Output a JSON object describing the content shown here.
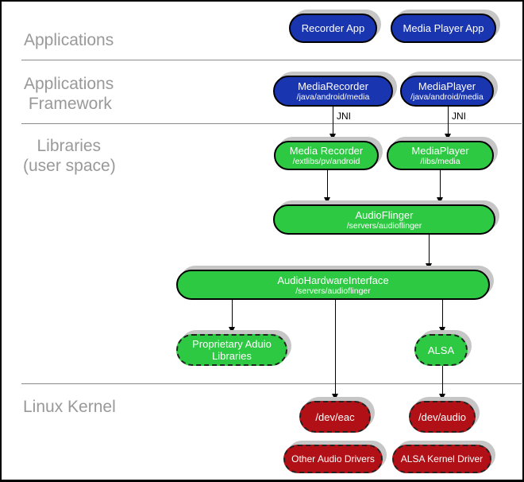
{
  "layers": {
    "applications": {
      "label": "Applications"
    },
    "framework": {
      "label_line1": "Applications",
      "label_line2": " Framework"
    },
    "libraries": {
      "label_line1": "   Libraries",
      "label_line2": "(user space)"
    },
    "kernel": {
      "label": "Linux Kernel"
    }
  },
  "annotations": {
    "jni_left": "JNI",
    "jni_right": "JNI"
  },
  "nodes": {
    "recorder_app": {
      "title": "Recorder App"
    },
    "media_player_app": {
      "title": "Media Player App"
    },
    "media_recorder_fw": {
      "title": "MediaRecorder",
      "subtitle": "/java/android/media"
    },
    "media_player_fw": {
      "title": "MediaPlayer",
      "subtitle": "/java/android/media"
    },
    "media_recorder_lib": {
      "title": "Media Recorder",
      "subtitle": "/extlibs/pv/android"
    },
    "media_player_lib": {
      "title": "MediaPlayer",
      "subtitle": "/libs/media"
    },
    "audio_flinger": {
      "title": "AudioFlinger",
      "subtitle": "/servers/audioflinger"
    },
    "audio_hardware_interface": {
      "title": "AudioHardwareInterface",
      "subtitle": "/servers/audioflinger"
    },
    "proprietary_audio_libraries": {
      "title_line1": "Proprietary Aduio",
      "title_line2": "Libraries"
    },
    "alsa": {
      "title": "ALSA"
    },
    "dev_eac": {
      "title": "/dev/eac"
    },
    "dev_audio": {
      "title": "/dev/audio"
    },
    "other_audio_drivers": {
      "title": "Other Audio Drivers"
    },
    "alsa_kernel_driver": {
      "title": "ALSA Kernel Driver"
    }
  },
  "colors": {
    "app_blue": "#1a35b0",
    "lib_green": "#2ec943",
    "kernel_red": "#b11116",
    "shadow_gray": "#c6c6c6",
    "label_gray": "#999999",
    "divider_gray": "#8a8a8a"
  }
}
